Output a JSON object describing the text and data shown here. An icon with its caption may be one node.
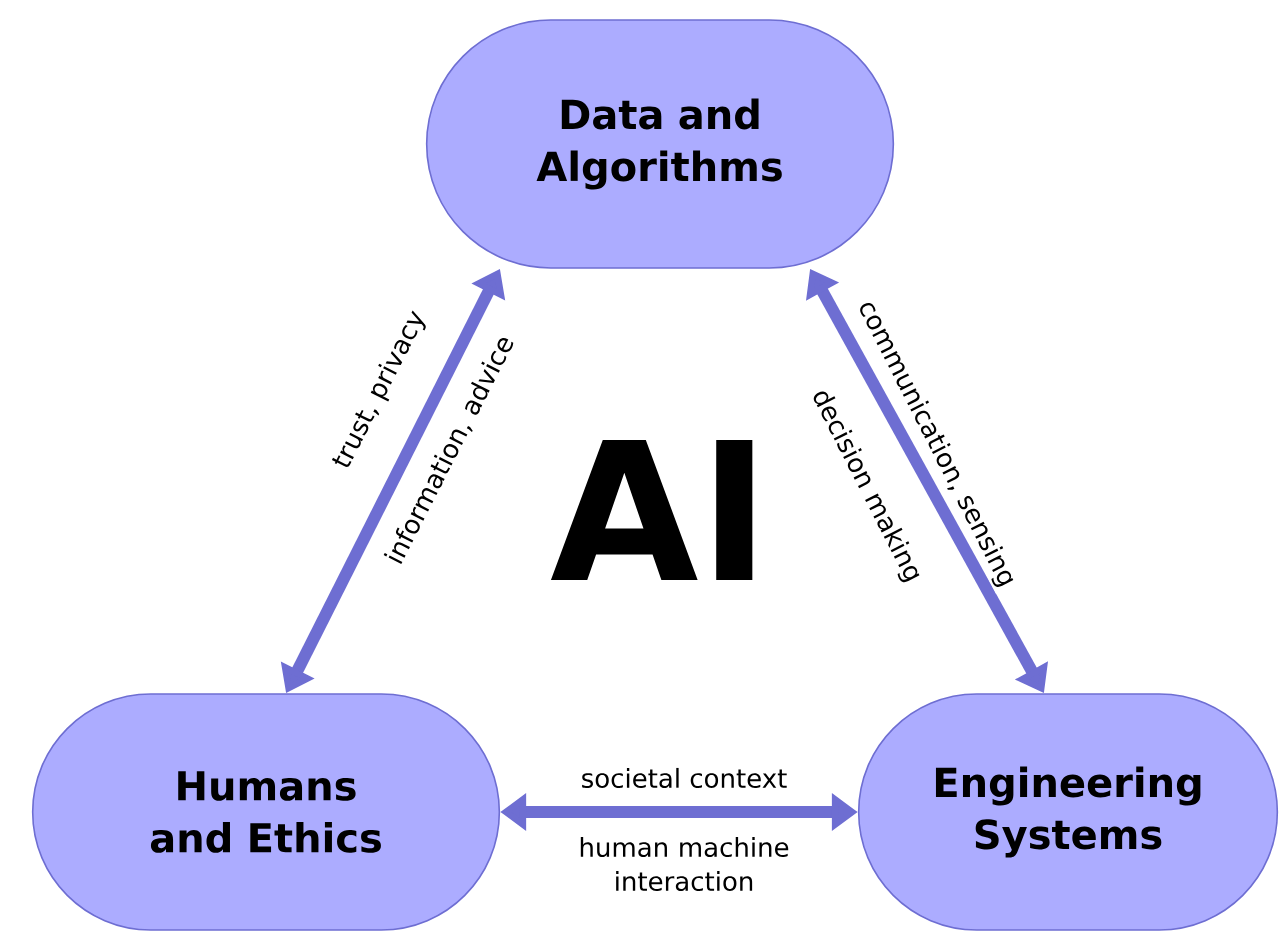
{
  "diagram": {
    "nodes": [
      {
        "text": [
          "Data and Algorithms"
        ]
      },
      {
        "text": [
          "Humans and Ethics"
        ]
      },
      {
        "text": [
          "Engineering Systems"
        ]
      }
    ],
    "edges": [
      {
        "from": 0,
        "to": 1,
        "arrow": "both",
        "label": "trust, privacy"
      },
      {
        "from": 0,
        "to": 2,
        "arrow": "both",
        "label": "communication, sensing"
      },
      {
        "from": 1,
        "to": 2,
        "arrow": "both",
        "label": "societal context"
      }
    ],
    "labels": [
      "AI",
      "information, advice",
      "decision making",
      "human machine interaction"
    ]
  }
}
